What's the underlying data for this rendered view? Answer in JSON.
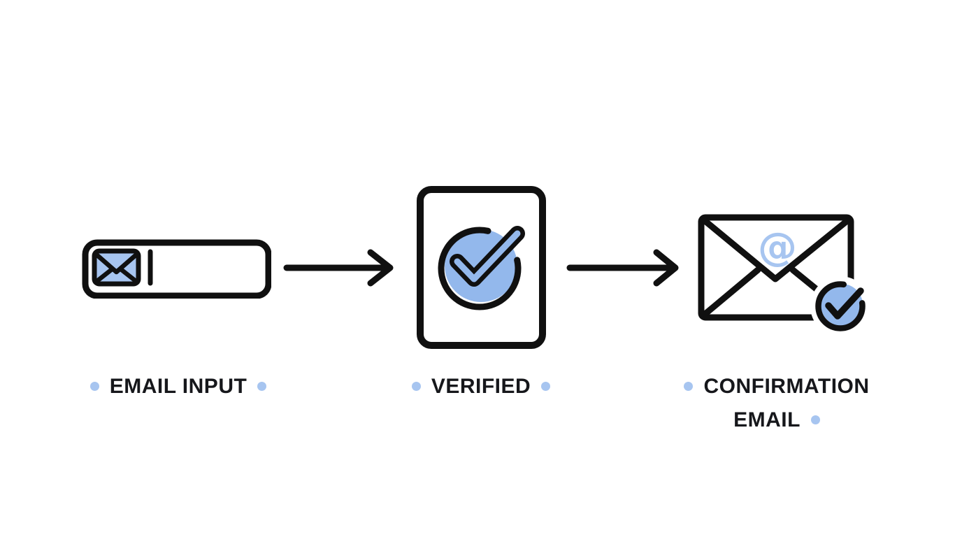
{
  "colors": {
    "background": "#ffffff",
    "line": "#101010",
    "text": "#16171b",
    "accent": "#93b8ec",
    "accent_light": "#a7c5f0"
  },
  "flow": {
    "steps": [
      {
        "label": "EMAIL INPUT",
        "icon": "email-input-field-icon"
      },
      {
        "label": "VERIFIED",
        "icon": "verified-document-icon"
      },
      {
        "label": "CONFIRMATION EMAIL",
        "icon": "confirmation-email-icon"
      }
    ],
    "connector_icon": "arrow-right-icon",
    "at_symbol": "@"
  }
}
